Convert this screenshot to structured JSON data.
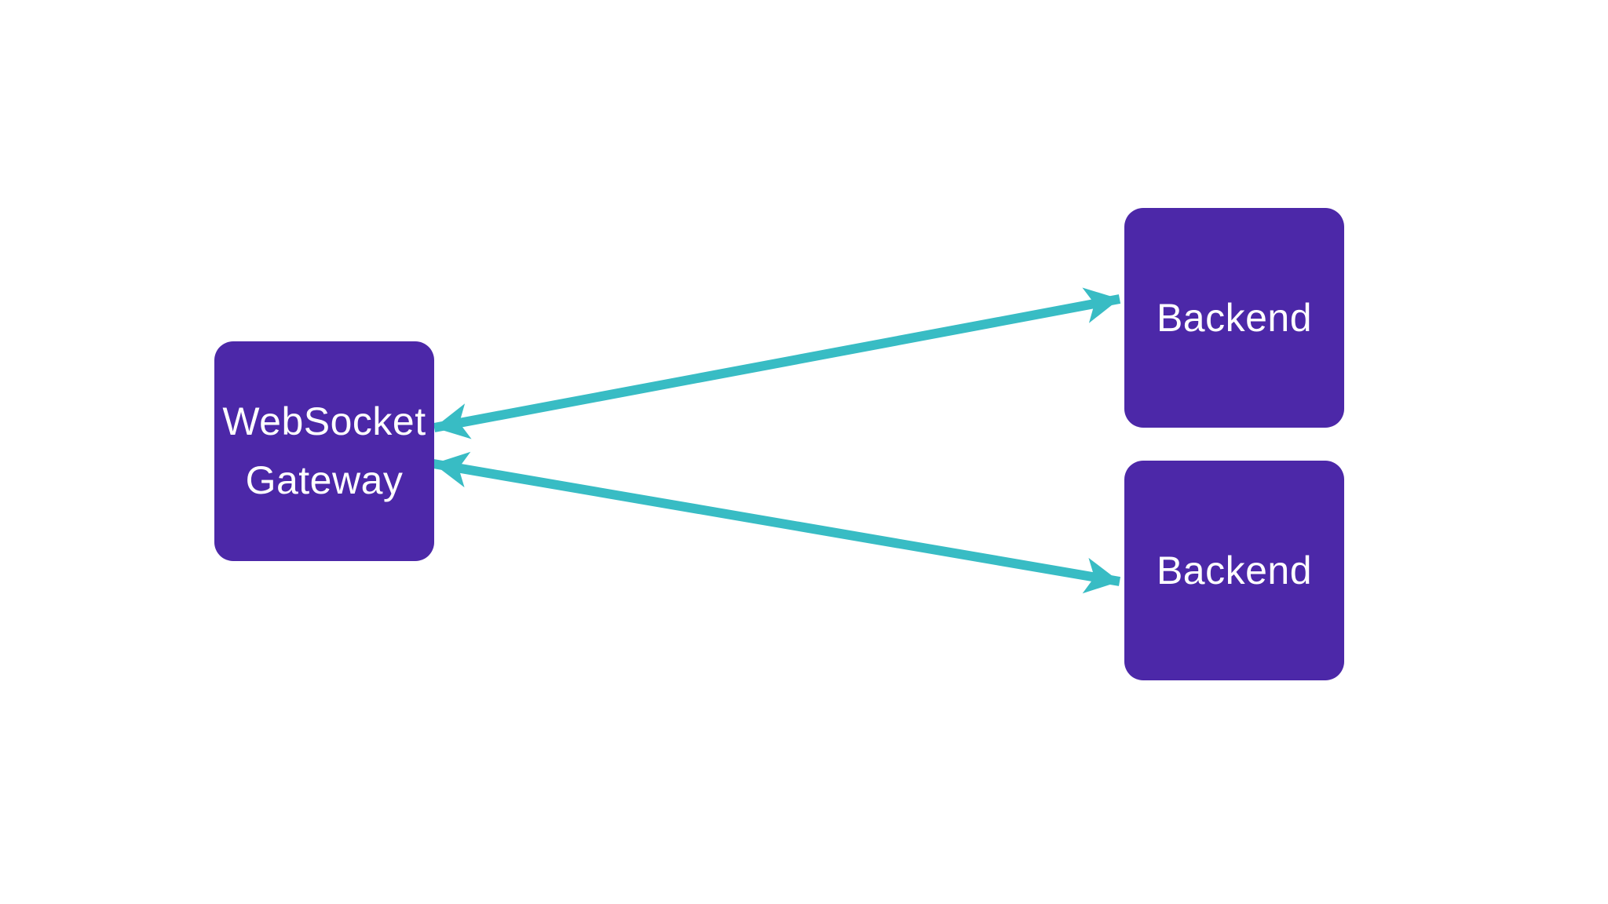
{
  "diagram": {
    "background_color": "#ffffff",
    "node_fill_color": "#4C28A8",
    "node_text_color": "#ffffff",
    "arrow_color": "#38BCC4",
    "nodes": [
      {
        "id": "websocket-gateway",
        "label": "WebSocket Gateway"
      },
      {
        "id": "backend-1",
        "label": "Backend"
      },
      {
        "id": "backend-2",
        "label": "Backend"
      }
    ],
    "edges": [
      {
        "from": "websocket-gateway",
        "to": "backend-1",
        "direction": "bidirectional",
        "style": "solid"
      },
      {
        "from": "websocket-gateway",
        "to": "backend-2",
        "direction": "bidirectional",
        "style": "solid"
      }
    ]
  }
}
